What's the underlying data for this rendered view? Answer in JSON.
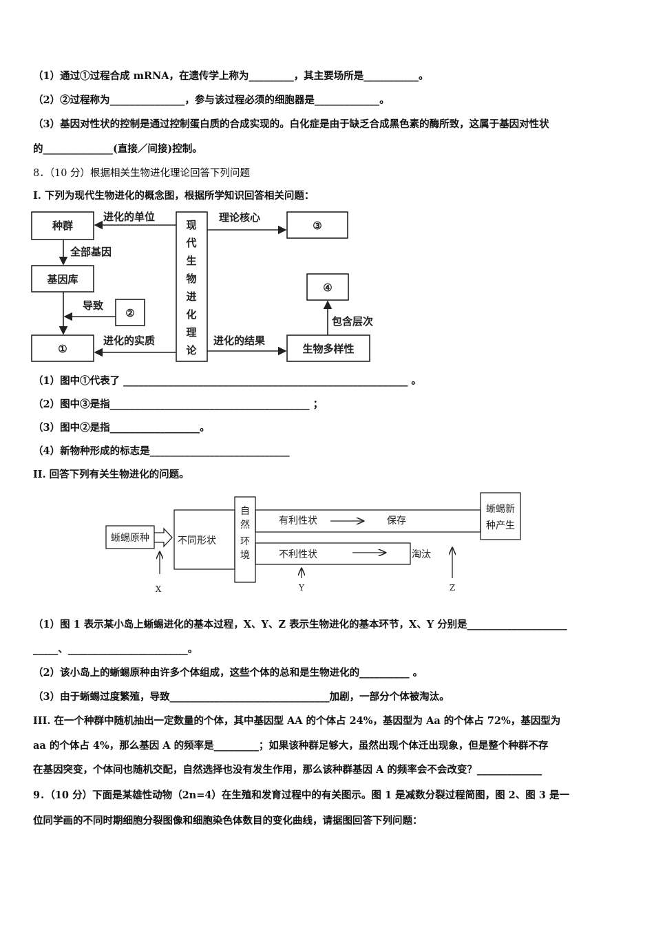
{
  "lines": {
    "q7_1": "（1）通过①过程合成 mRNA，在遗传学上称为_________，其主要场所是___________。",
    "q7_2": "（2）②过程称为_______________，参与该过程必须的细胞器是_____________。",
    "q7_3a": "（3）基因对性状的控制是通过控制蛋白质的合成实现的。白化症是由于缺乏合成黑色素的酶所致，这属于基因对性状",
    "q7_3b": "的______________(直接／间接)控制。",
    "q8_head": "8．（10 分）根据相关生物进化理论回答下列问题",
    "q8_I": "I. 下列为现代生物进化的概念图，根据所学知识回答相关问题：",
    "q8_I_1": "（1）图中①代表了 _________________________________________________________ 。",
    "q8_I_2": "（2）图中③是指________________________________________ ；",
    "q8_I_3": "（3）图中②是指__________________。",
    "q8_I_4": "（4）新物种形成的标志是____________________________",
    "q8_II": "II. 回答下列有关生物进化的问题。",
    "q8_II_1a": "（1）图 1 表示某小岛上蜥蜴进化的基本过程，X、Y、Z 表示生物进化的基本环节，X、Y 分别是____________________",
    "q8_II_1b": "_____、________________________。",
    "q8_II_2": "（2）该小岛上的蜥蜴原种由许多个体组成，这些个体的总和是生物进化的__________ 。",
    "q8_II_3": "（3）由于蜥蜴过度繁殖，导致________________________________加剧，一部分个体被淘汰。",
    "q8_III_a": "III. 在一个种群中随机抽出一定数量的个体，其中基因型 AA 的个体占 24%，基因型为 Aa 的个体占 72%，基因型为",
    "q8_III_b": "aa 的个体占 4%，那么基因 A 的频率是_________；如果该种群足够大，虽然出现个体迁出现象，但是整个种群不存",
    "q8_III_c": "在基因突变，个体间也随机交配，自然选择也没有发生作用，那么该种群基因 A 的频率会不会改变？_____________",
    "q9_a": "9．（10 分）下面是某雄性动物（2n=4）在生殖和发育过程中的有关图示。图 1 是减数分裂过程简图，图 2、图 3 是一",
    "q9_b": "位同学画的不同时期细胞分裂图像和细胞染色体数目的变化曲线，请据图回答下列问题："
  },
  "diagram1": {
    "zhongqun": "种群",
    "jiyinku": "基因库",
    "c1": "①",
    "c2": "②",
    "c3": "③",
    "c4": "④",
    "center": [
      "现",
      "代",
      "生",
      "物",
      "进",
      "化",
      "理",
      "论"
    ],
    "duoyang": "生物多样性",
    "a_danwei": "进化的单位",
    "a_quanbu": "全部基因",
    "a_daozhi": "导致",
    "a_shizhi": "进化的实质",
    "a_hexin": "理论核心",
    "a_jieguo": "进化的结果",
    "a_cengci": "包含层次"
  },
  "diagram2": {
    "yuanzhong": "蜥蜴原种",
    "butong": "不同形状",
    "env": [
      "自",
      "然",
      "环",
      "境"
    ],
    "youli": "有利性状",
    "baocun": "保存",
    "buli": "不利性状",
    "taotai": "淘汰",
    "xinzhong1": "蜥蜴新",
    "xinzhong2": "种产生",
    "x": "X",
    "y": "Y",
    "z": "Z"
  }
}
